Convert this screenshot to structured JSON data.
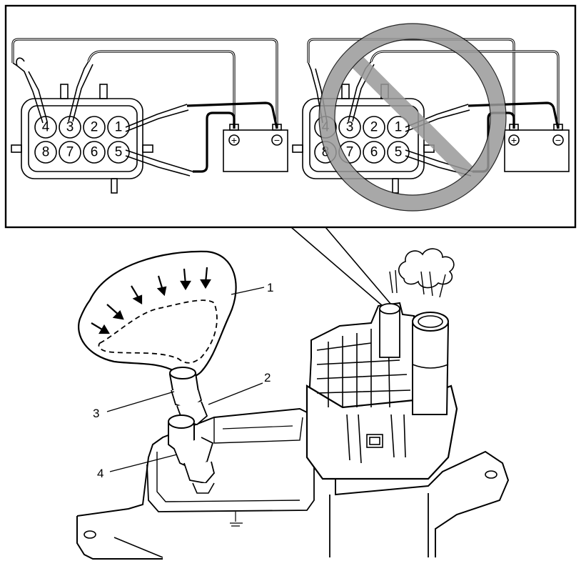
{
  "inset": {
    "panels": [
      {
        "name": "correct-connection",
        "pins": [
          "4",
          "3",
          "2",
          "1",
          "8",
          "7",
          "6",
          "5"
        ],
        "battery": {
          "positive": "+",
          "negative": "−"
        },
        "prohibited": false
      },
      {
        "name": "incorrect-connection",
        "pins": [
          "4",
          "3",
          "2",
          "1",
          "8",
          "7",
          "6",
          "5"
        ],
        "battery": {
          "positive": "+",
          "negative": "−"
        },
        "prohibited": true
      }
    ]
  },
  "callouts": [
    {
      "label": "1",
      "part": "plastic bag"
    },
    {
      "label": "2",
      "part": "hose nipple"
    },
    {
      "label": "3",
      "part": "hose nipple"
    },
    {
      "label": "4",
      "part": "hose nipple"
    }
  ],
  "icons": [
    "no-symbol-icon",
    "battery-icon",
    "steam-icon",
    "arrow-icon"
  ],
  "colors": {
    "prohibited_sign": "#9a9a9a",
    "outline": "#000000",
    "background": "#ffffff"
  }
}
